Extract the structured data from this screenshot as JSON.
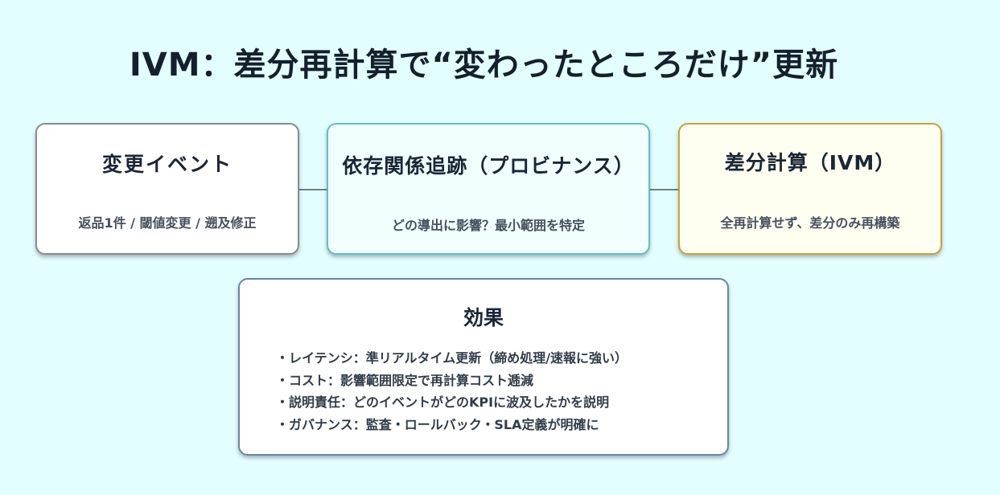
{
  "title": "IVM：差分再計算で“変わったところだけ”更新",
  "boxes": {
    "event": {
      "heading": "変更イベント",
      "detail": "返品1件 / 閾値変更 / 遡及修正"
    },
    "provenance": {
      "heading": "依存関係追跡（プロビナンス）",
      "detail": "どの導出に影響？最小範囲を特定"
    },
    "ivm": {
      "heading": "差分計算（IVM）",
      "detail": "全再計算せず、差分のみ再構築"
    },
    "effect": {
      "heading": "効果",
      "items": [
        "レイテンシ：準リアルタイム更新（締め処理/速報に強い）",
        "コスト：影響範囲限定で再計算コスト逓減",
        "説明責任：どのイベントがどのKPIに波及したかを説明",
        "ガバナンス：監査・ロールバック・SLA定義が明確に"
      ]
    }
  },
  "colors": {
    "background": "#e3fefe",
    "event_border": "#8a8a92",
    "provenance_border": "#5fc0c4",
    "ivm_border": "#c8a338",
    "effect_border": "#6c84a2",
    "connector": "#4a5566"
  }
}
